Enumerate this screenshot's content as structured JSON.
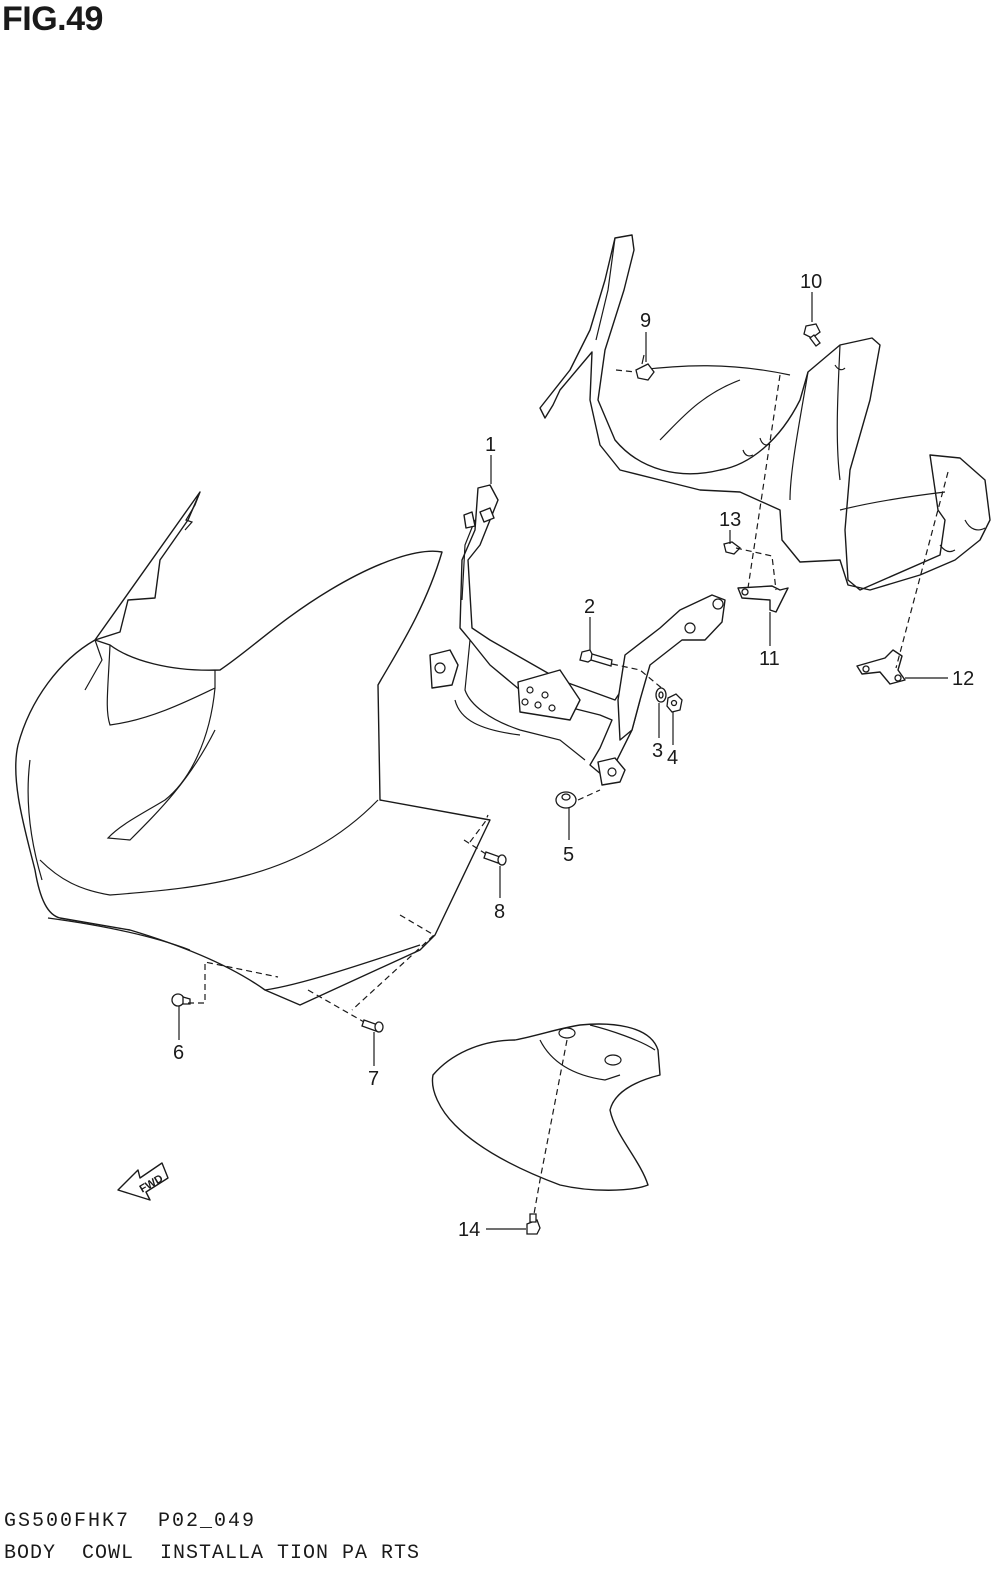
{
  "figure": {
    "title": "FIG.49",
    "model_code": "GS500FHK7  P02_049",
    "description": "BODY  COWL  INSTALLA TION PA RTS"
  },
  "fwd_label": "FWD",
  "callouts": [
    "1",
    "2",
    "3",
    "4",
    "5",
    "6",
    "7",
    "8",
    "9",
    "10",
    "11",
    "12",
    "13",
    "14"
  ],
  "colors": {
    "line": "#1a1a1a",
    "background": "#ffffff"
  }
}
